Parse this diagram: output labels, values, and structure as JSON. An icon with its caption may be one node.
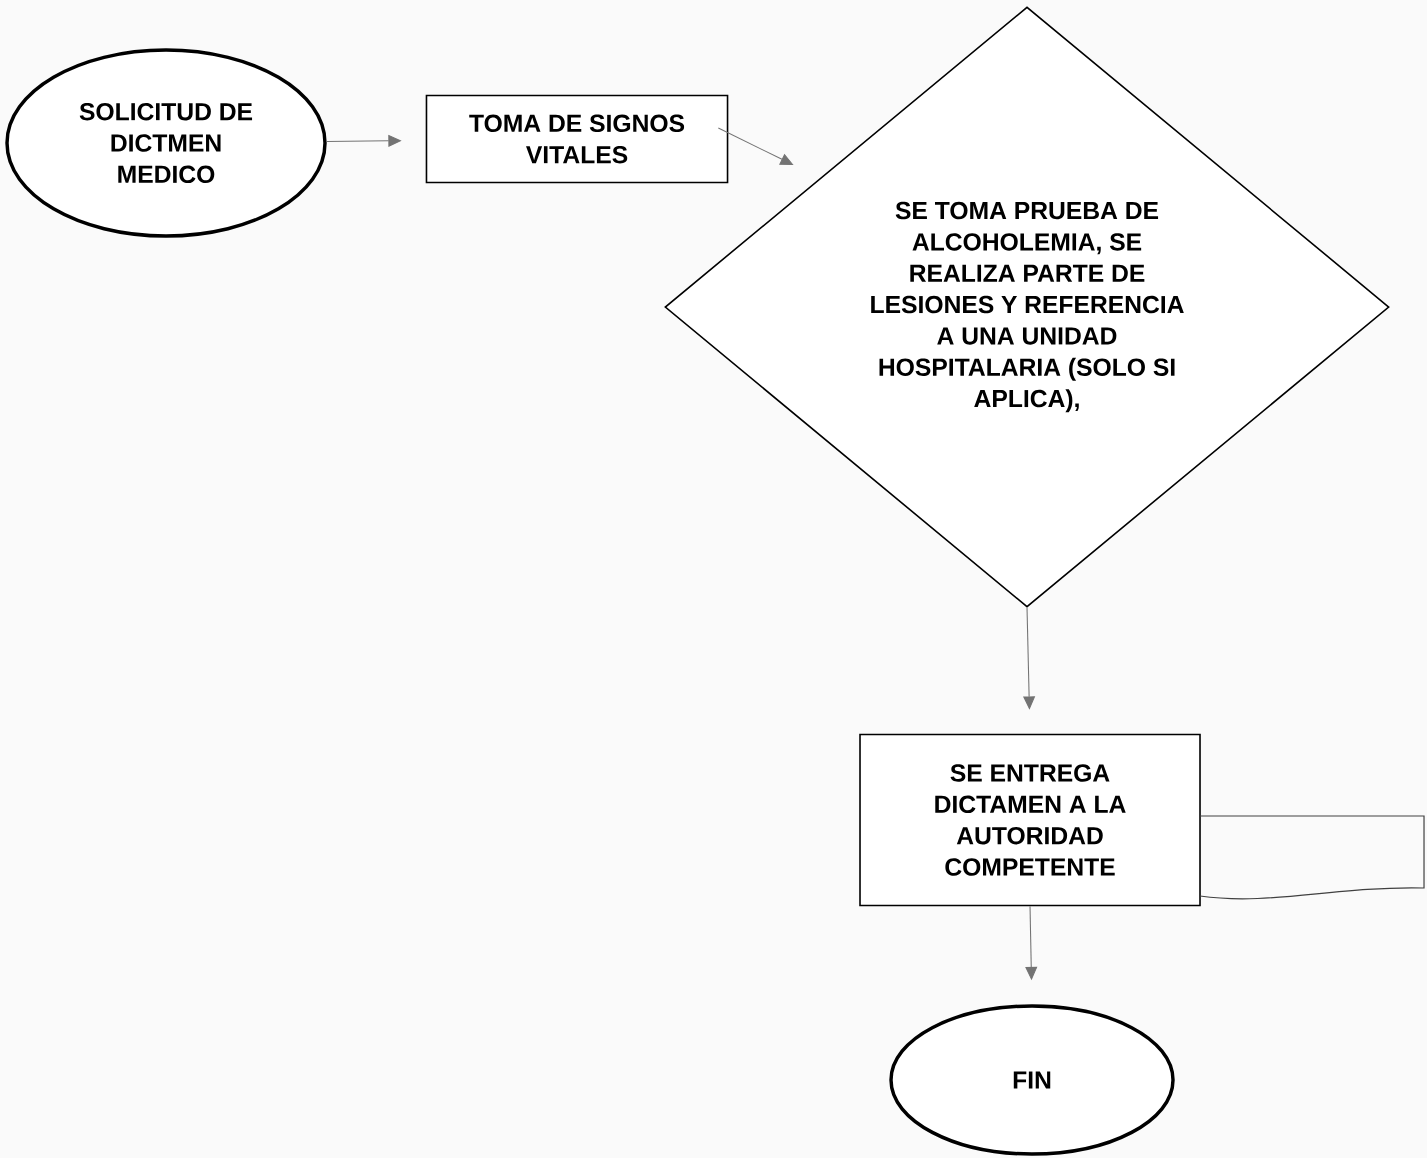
{
  "diagram": {
    "nodes": [
      {
        "text": [
          "SOLICITUD DE DICTMEN MEDICO"
        ]
      },
      {
        "text": [
          "TOMA DE SIGNOS VITALES"
        ]
      },
      {
        "text": [
          "SE TOMA PRUEBA DE ALCOHOLEMIA, SE REALIZA PARTE DE LESIONES Y REFERENCIA A UNA UNIDAD HOSPITALARIA (SOLO SI APLICA),"
        ]
      },
      {
        "text": [
          "SE ENTREGA DICTAMEN A LA AUTORIDAD COMPETENTE"
        ]
      },
      {
        "text": [
          "FIN"
        ]
      },
      {
        "text": [],
        "shape": "document"
      }
    ],
    "edges": [
      {
        "from": 0,
        "to": 1,
        "arrow": "to"
      },
      {
        "from": 1,
        "to": 2,
        "arrow": "to"
      },
      {
        "from": 2,
        "to": 3,
        "arrow": "to"
      },
      {
        "from": 3,
        "to": 4,
        "arrow": "to"
      }
    ]
  }
}
